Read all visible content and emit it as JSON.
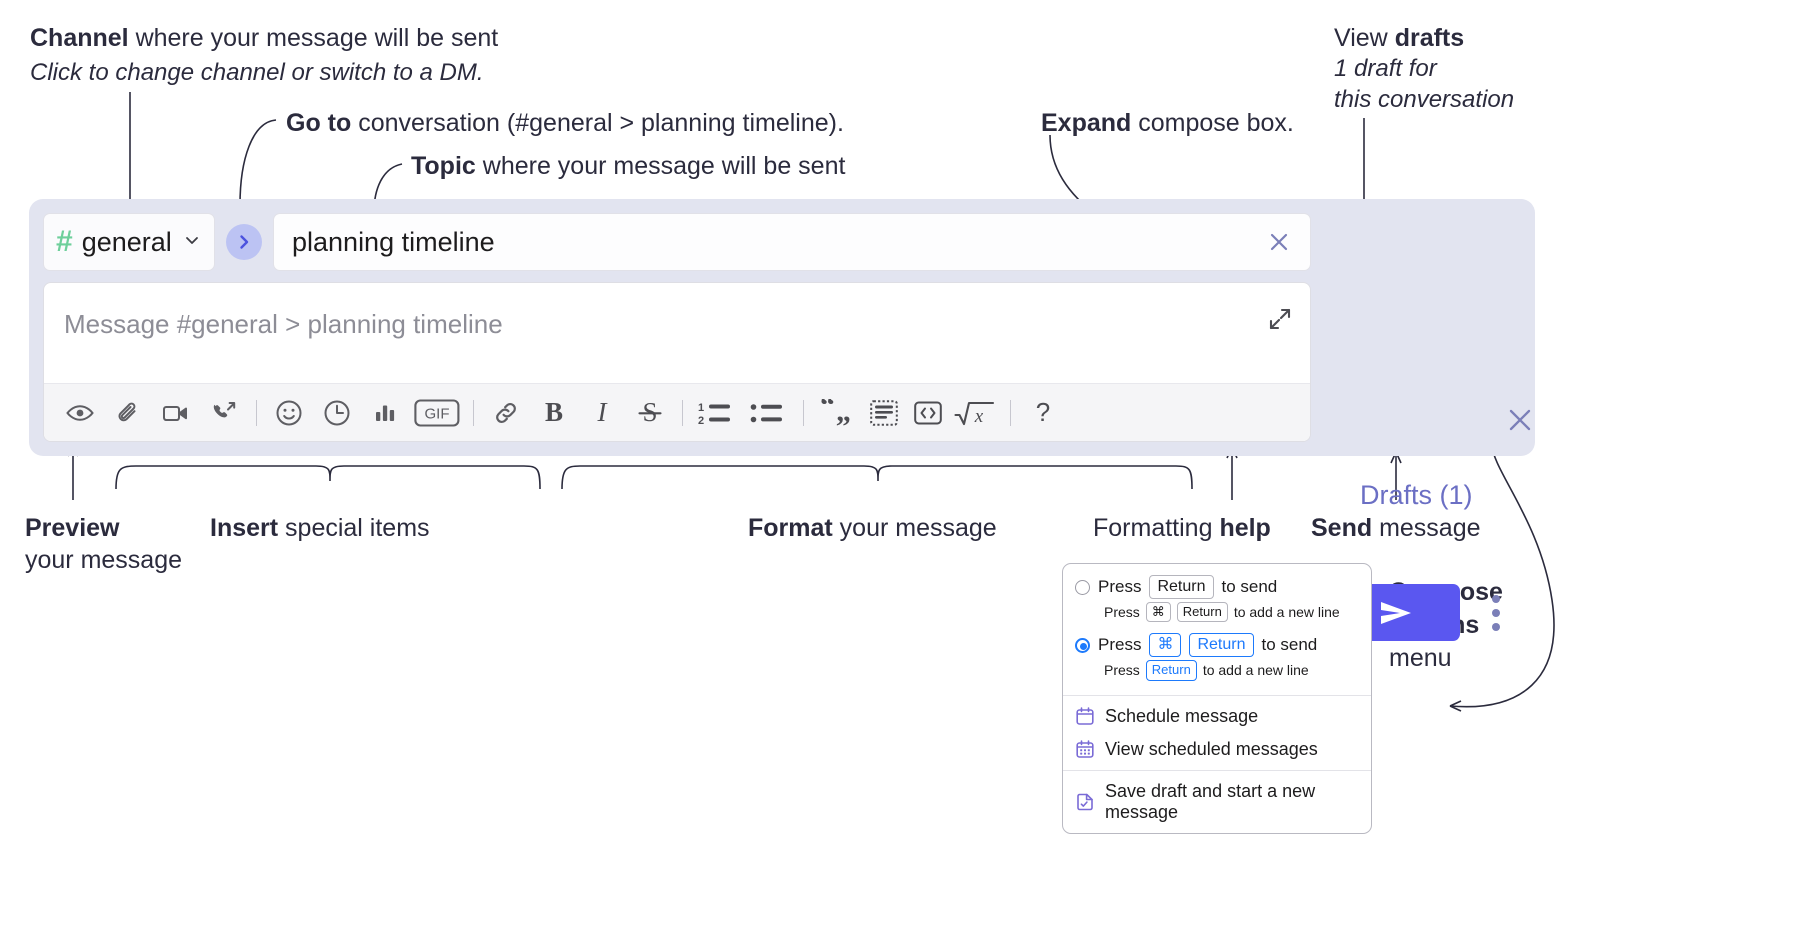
{
  "annotations": {
    "channel": {
      "bold": "Channel",
      "rest": " where your message will be sent",
      "line2": "Click to change channel or switch to a DM."
    },
    "goto": {
      "bold": "Go to",
      "rest": " conversation (#general > planning timeline)."
    },
    "topic": {
      "bold": "Topic",
      "rest": " where your message will be sent"
    },
    "expand": {
      "bold": "Expand",
      "rest": " compose box."
    },
    "drafts": {
      "line1a": "View ",
      "line1b": "drafts",
      "line2": "1 draft for",
      "line3": "this conversation"
    },
    "preview": {
      "bold": "Preview",
      "line2": "your message"
    },
    "insert": {
      "bold": "Insert",
      "rest": " special items"
    },
    "format": {
      "bold": "Format",
      "rest": " your message"
    },
    "formatting_help": {
      "rest": "Formatting ",
      "bold": "help"
    },
    "send": {
      "bold": "Send",
      "rest": " message"
    },
    "compose_options": {
      "line1": "Compose",
      "line2": "options",
      "line3": "menu"
    }
  },
  "compose": {
    "channel": {
      "hash": "#",
      "name": "general",
      "chevron_icon": "chevron-down-icon"
    },
    "goto_icon": "chevron-right-icon",
    "topic": {
      "value": "planning timeline",
      "clear_icon": "close-icon"
    },
    "message": {
      "placeholder": "Message #general > planning timeline",
      "expand_icon": "expand-icon"
    },
    "toolbar": [
      {
        "name": "preview-icon",
        "label": "Preview"
      },
      {
        "name": "attachment-icon",
        "label": "Attach file"
      },
      {
        "name": "video-icon",
        "label": "Record video clip"
      },
      {
        "name": "audio-call-icon",
        "label": "Record audio clip"
      },
      {
        "name": "emoji-icon",
        "label": "Emoji"
      },
      {
        "name": "clock-icon",
        "label": "Reminder"
      },
      {
        "name": "poll-icon",
        "label": "Poll"
      },
      {
        "name": "gif-icon",
        "label": "GIF"
      },
      {
        "name": "link-icon",
        "label": "Link"
      },
      {
        "name": "bold-icon",
        "label": "B"
      },
      {
        "name": "italic-icon",
        "label": "I"
      },
      {
        "name": "strikethrough-icon",
        "label": "S"
      },
      {
        "name": "ordered-list-icon",
        "label": "Ordered list"
      },
      {
        "name": "bulleted-list-icon",
        "label": "Bulleted list"
      },
      {
        "name": "blockquote-icon",
        "label": "Blockquote"
      },
      {
        "name": "code-block-icon",
        "label": "Code block"
      },
      {
        "name": "code-icon",
        "label": "Code"
      },
      {
        "name": "math-icon",
        "label": "Math"
      },
      {
        "name": "help-icon",
        "label": "?"
      }
    ],
    "drafts_label": "Drafts (1)",
    "close_icon": "close-icon",
    "send_icon": "send-icon",
    "kebab_icon": "more-options-icon"
  },
  "options_menu": {
    "radio_options": [
      {
        "selected": false,
        "pre": "Press",
        "key1": "Return",
        "post": "to send",
        "sub_pre": "Press",
        "sub_key1": "⌘",
        "sub_key2": "Return",
        "sub_post": "to add a new line"
      },
      {
        "selected": true,
        "pre": "Press",
        "key1": "⌘",
        "key2": "Return",
        "post": "to send",
        "sub_pre": "Press",
        "sub_key1": "Return",
        "sub_post": "to add a new line"
      }
    ],
    "items": [
      {
        "icon": "calendar-icon",
        "label": "Schedule message"
      },
      {
        "icon": "calendar-grid-icon",
        "label": "View scheduled messages"
      },
      {
        "icon": "save-draft-icon",
        "label": "Save draft and start a new message"
      }
    ]
  },
  "colors": {
    "panel_bg": "#e2e4f0",
    "send_button": "#5a57f0",
    "hash_green": "#6ecf9b",
    "drafts_purple": "#6b6fc4",
    "radio_blue": "#1d7afc",
    "menu_icon_purple": "#7a6bd6"
  }
}
